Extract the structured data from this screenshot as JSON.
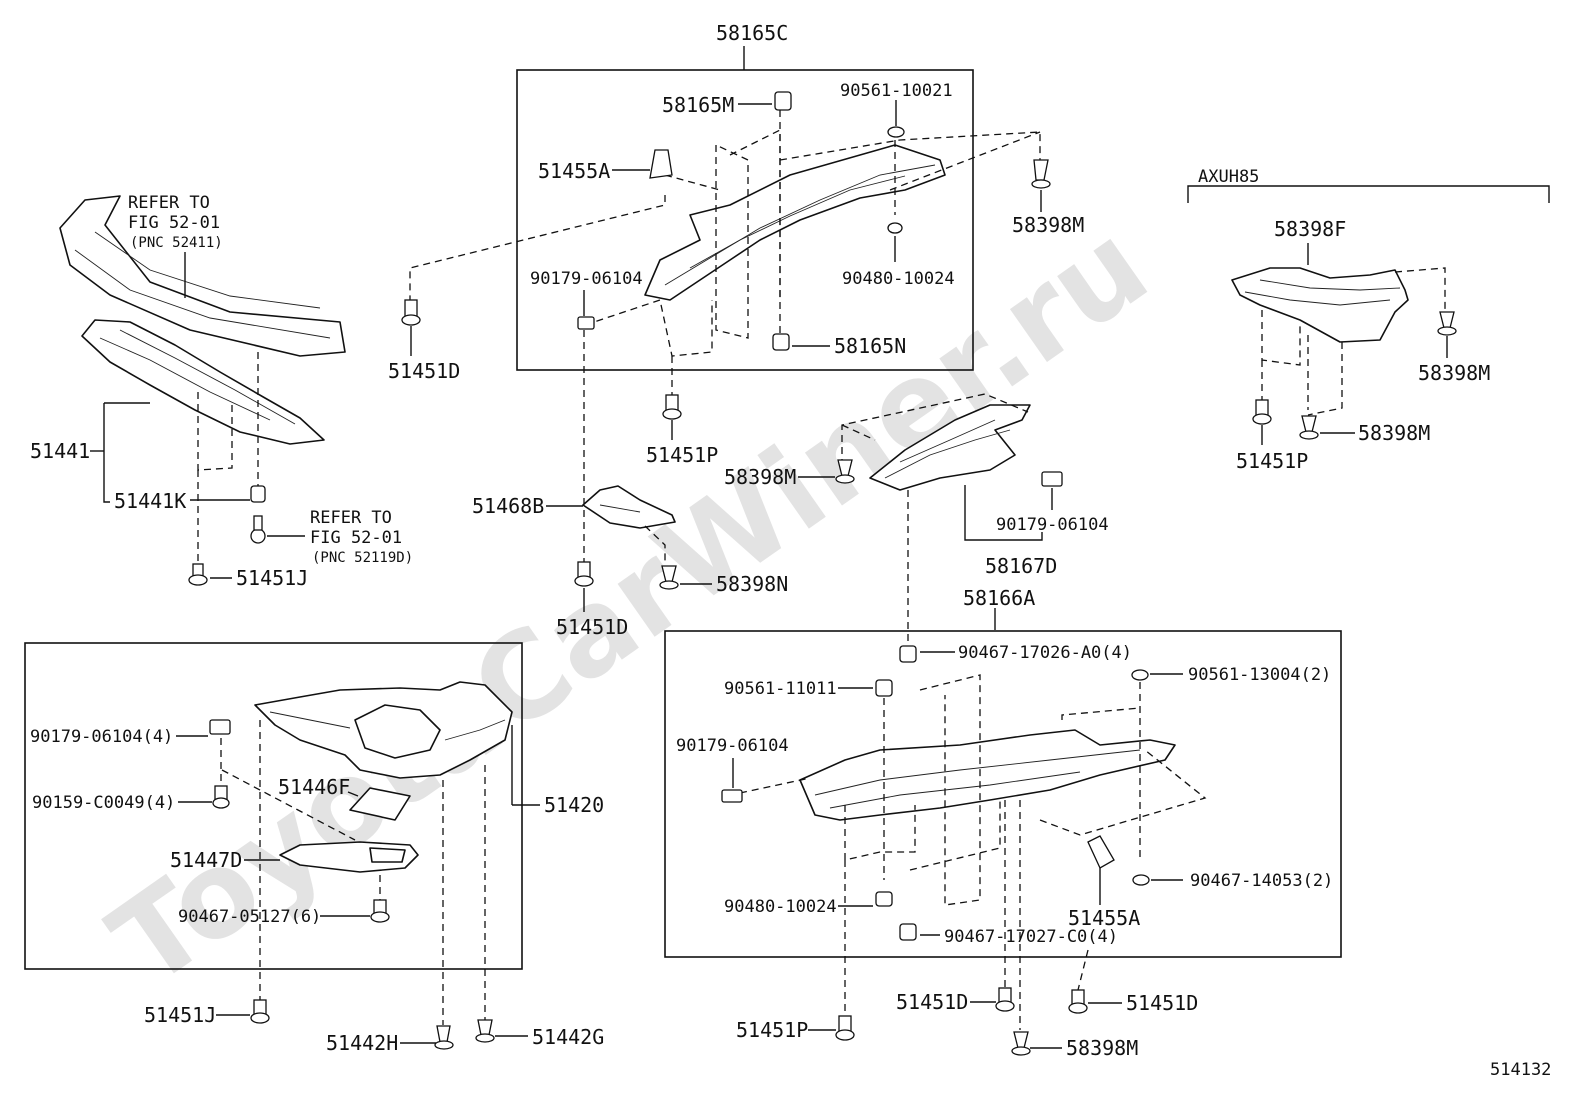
{
  "watermark": "ToyotaCarWiner.ru",
  "figure_number": "514132",
  "variant_label": "AXUH85",
  "callouts": {
    "c58165C": "58165C",
    "c58165M": "58165M",
    "c90561_10021": "90561-10021",
    "c51455A_top": "51455A",
    "c58398M_top": "58398M",
    "c90179_06104_top": "90179-06104",
    "c90480_10024_top": "90480-10024",
    "c58165N": "58165N",
    "c51451D_left": "51451D",
    "c51451P_mid": "51451P",
    "c58398M_mid": "58398M",
    "c90179_06104_mid": "90179-06104",
    "c58167D": "58167D",
    "c58166A": "58166A",
    "c51468B": "51468B",
    "c58398N": "58398N",
    "c51451D_mid": "51451D",
    "c51441": "51441",
    "c51441K": "51441K",
    "c51451J_top": "51451J",
    "c58398F": "58398F",
    "c58398M_r1": "58398M",
    "c58398M_r2": "58398M",
    "c51451P_right": "51451P",
    "c90179_06104_4": "90179-06104(4)",
    "c90159_C0049_4": "90159-C0049(4)",
    "c51446F": "51446F",
    "c51420": "51420",
    "c51447D": "51447D",
    "c90467_05127_6": "90467-05127(6)",
    "c51451J_bot": "51451J",
    "c51442H": "51442H",
    "c51442G": "51442G",
    "c90467_17026": "90467-17026-A0(4)",
    "c90561_11011": "90561-11011",
    "c90561_13004": "90561-13004(2)",
    "c90179_06104_br": "90179-06104",
    "c90467_14053": "90467-14053(2)",
    "c90480_10024_br": "90480-10024",
    "c51455A_br": "51455A",
    "c90467_17027": "90467-17027-C0(4)",
    "c51451P_bot": "51451P",
    "c51451D_b1": "51451D",
    "c51451D_b2": "51451D",
    "c58398M_bot": "58398M"
  },
  "refer_notes": {
    "bumper": {
      "line1": "REFER TO",
      "line2": "FIG 52-01",
      "line3": "(PNC 52411)"
    },
    "bolt": {
      "line1": "REFER TO",
      "line2": "FIG 52-01",
      "line3": "(PNC 52119D)"
    }
  }
}
